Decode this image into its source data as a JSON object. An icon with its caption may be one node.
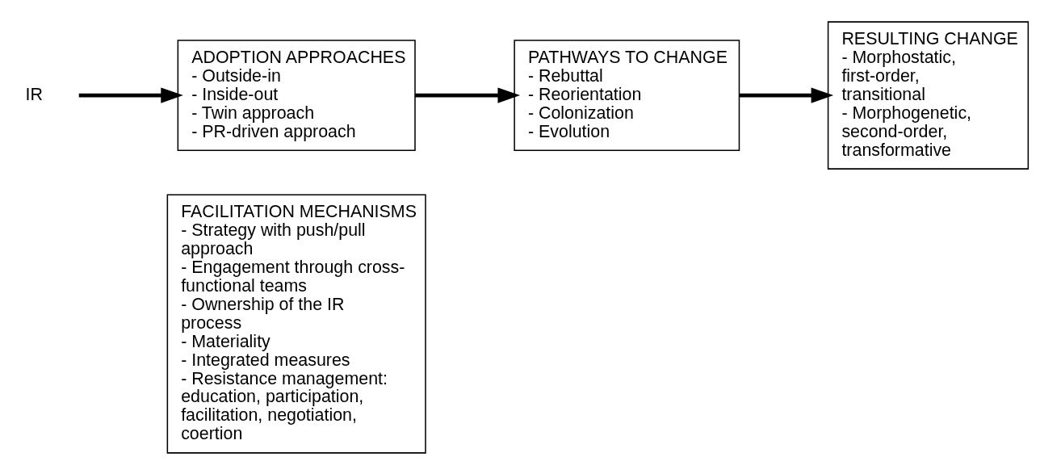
{
  "diagram": {
    "nodes": [
      {
        "text": [
          "IR"
        ]
      },
      {
        "text": [
          "ADOPTION APPROACHES",
          "- Outside-in",
          "- Inside-out",
          "- Twin approach",
          "- PR-driven approach"
        ]
      },
      {
        "text": [
          "FACILITATION MECHANISMS",
          "- Strategy with push/pull approach",
          "- Engagement through cross-functional teams",
          "- Ownership of the IR process",
          "- Materiality",
          "- Integrated measures",
          "- Resistance management: education, participation, facilitation, negotiation, coertion"
        ]
      },
      {
        "text": [
          "PATHWAYS TO CHANGE",
          "- Rebuttal",
          "- Reorientation",
          "- Colonization",
          "- Evolution"
        ]
      },
      {
        "text": [
          "RESULTING CHANGE",
          "- Morphostatic, first-order, transitional",
          "- Morphogenetic, second-order, transformative"
        ]
      }
    ],
    "edges": [
      {
        "from": 0,
        "to": 1,
        "arrow": "to"
      },
      {
        "from": 1,
        "to": 3,
        "arrow": "to"
      },
      {
        "from": 3,
        "to": 4,
        "arrow": "to"
      }
    ]
  }
}
